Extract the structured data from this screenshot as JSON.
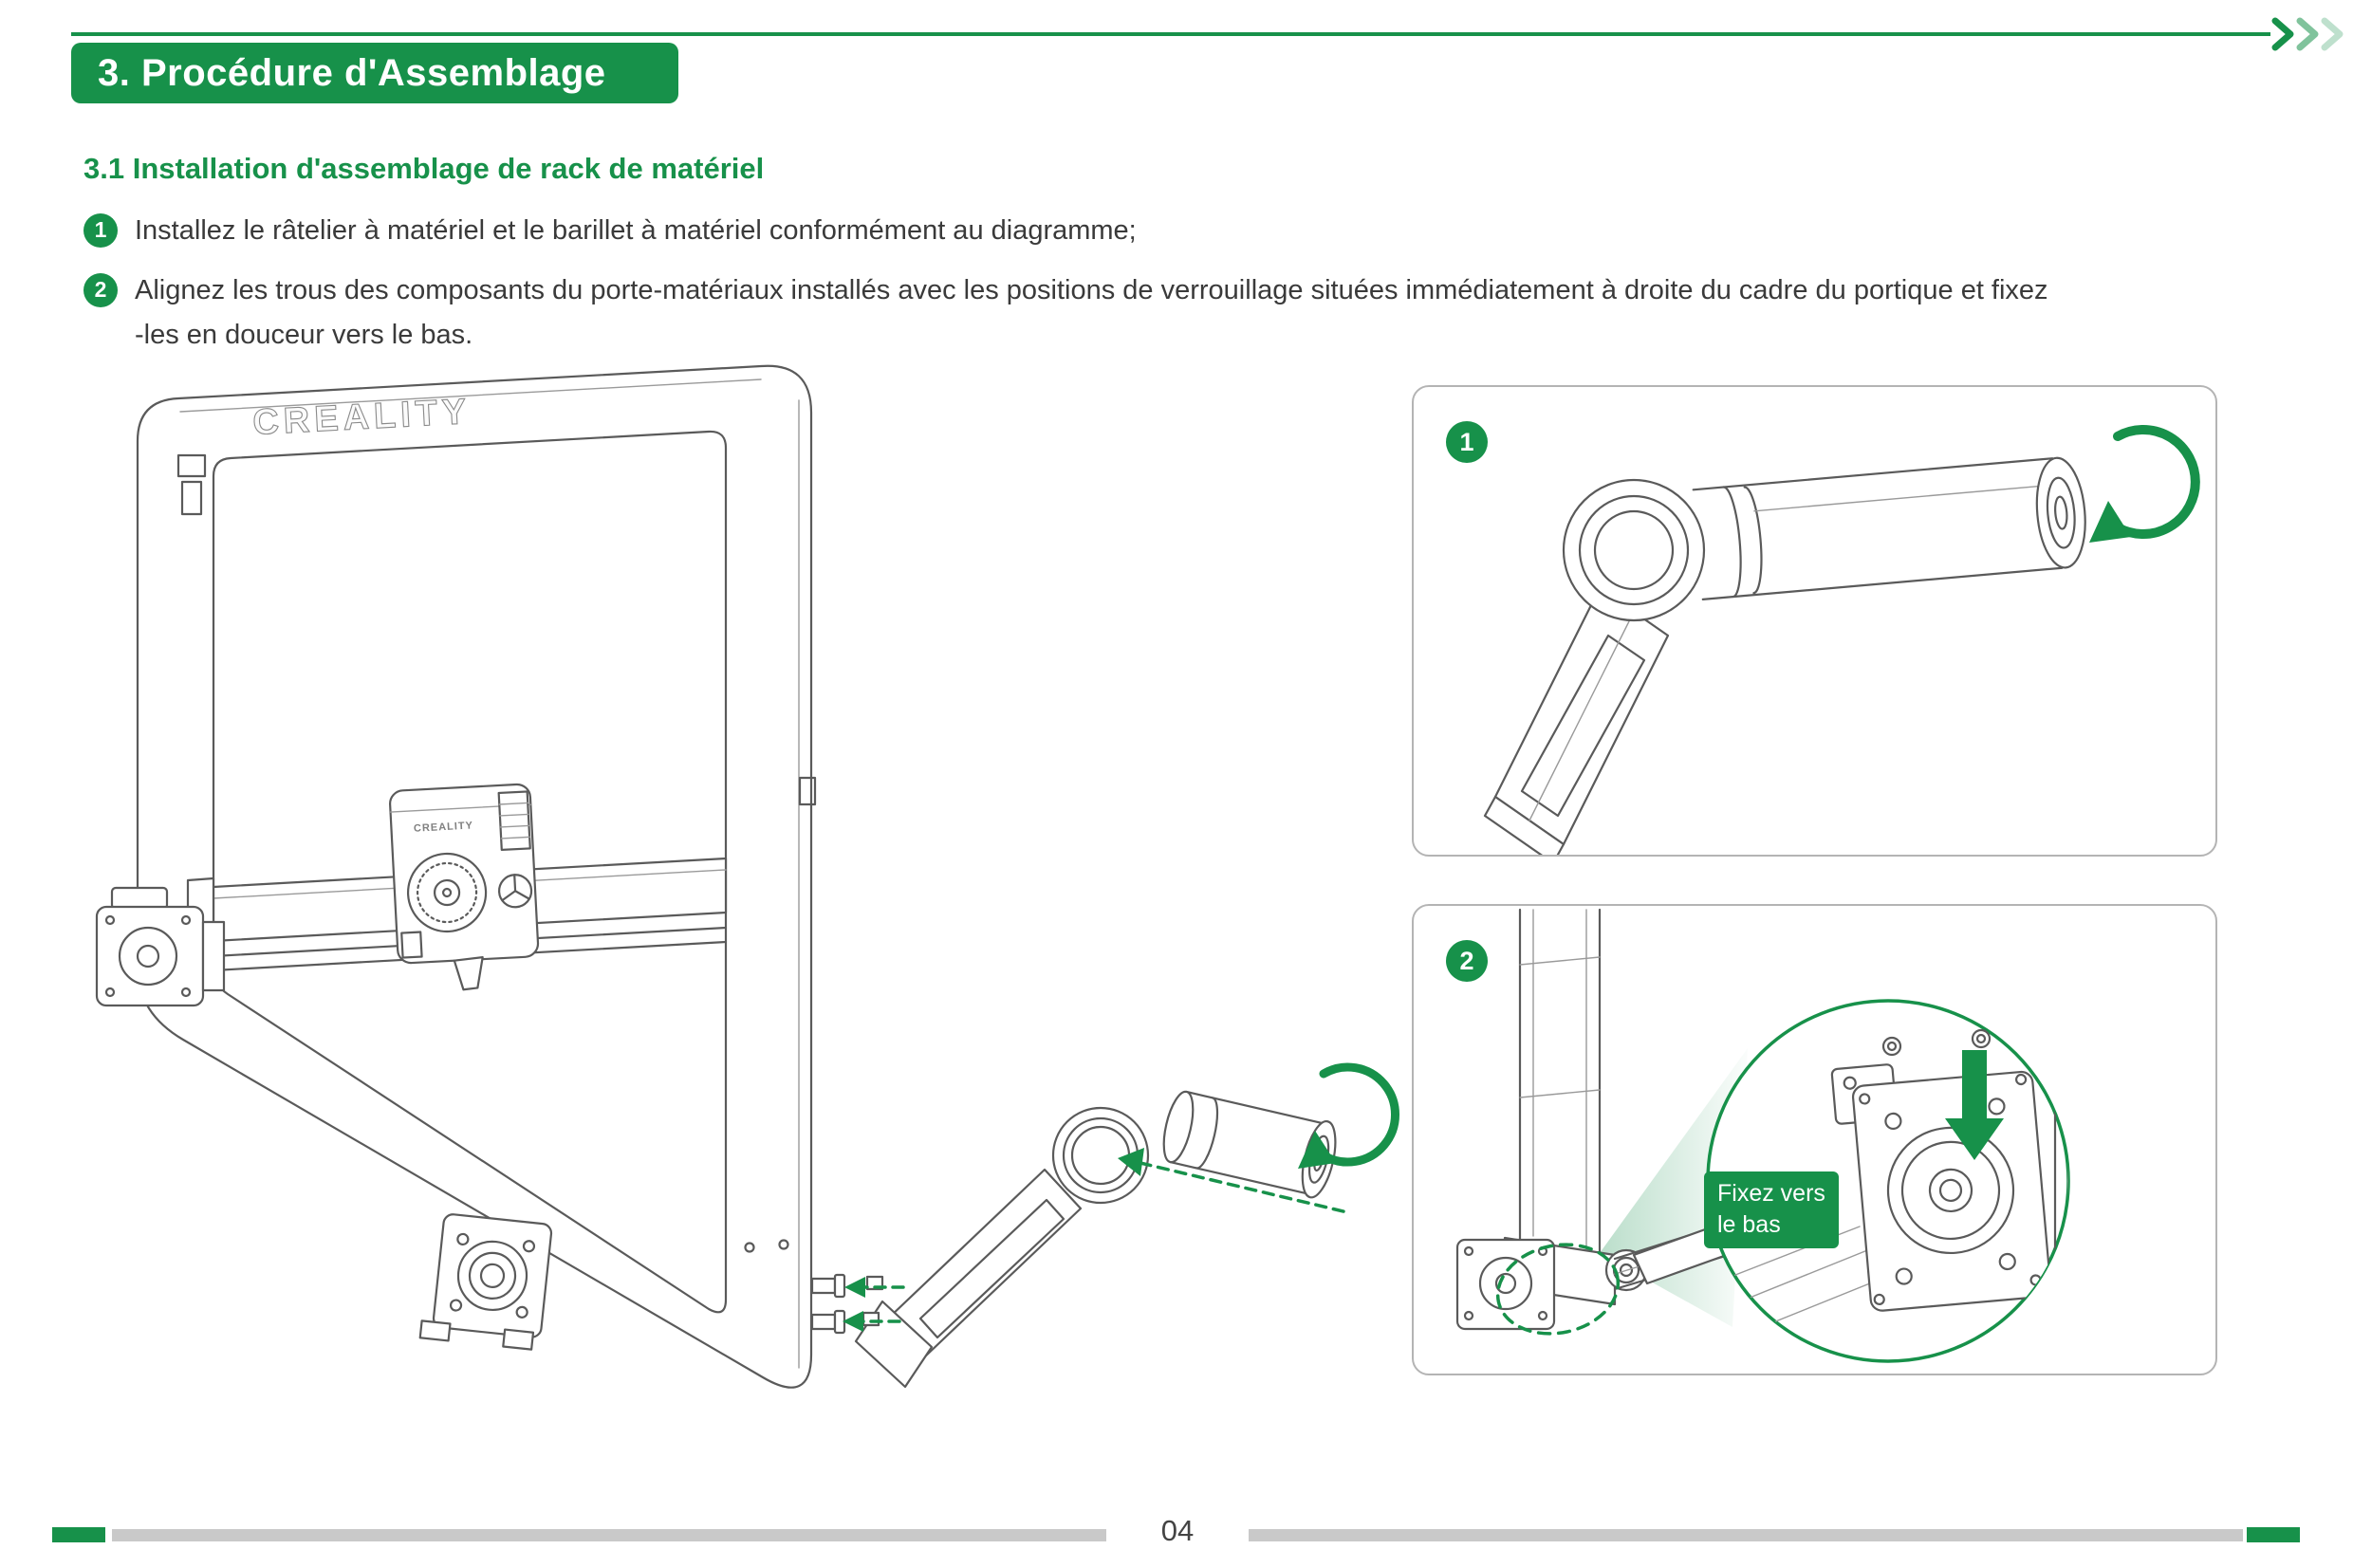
{
  "header": {
    "title": "3. Procédure d'Assemblage"
  },
  "section": {
    "title": "3.1 Installation d'assemblage de rack de matériel"
  },
  "steps": [
    {
      "num": "1",
      "line1": "Installez le râtelier à matériel et le barillet à matériel conformément au diagramme;"
    },
    {
      "num": "2",
      "line1": "Alignez les trous des composants du porte-matériaux installés avec les positions de verrouillage situées immédiatement à droite du cadre du portique et fixez",
      "line2": "-les en douceur vers le bas."
    }
  ],
  "figures": {
    "brand_logo": "CREALITY",
    "panel1": {
      "badge": "1"
    },
    "panel2": {
      "badge": "2",
      "callout": {
        "line1": "Fixez vers",
        "line2": "le bas"
      }
    }
  },
  "footer": {
    "page_number": "04"
  },
  "icons": {
    "chevrons": "triple-chevron-right",
    "rotation_arrow": "curved-rotation-arrow",
    "fix_down_arrow": "thick-down-arrow",
    "alignment_arrows": "dashed-green-arrows"
  },
  "colors": {
    "accent_green": "#17914a",
    "line_art": "#5a5a5a",
    "panel_border": "#b4b4b4",
    "footer_bar": "#c9c9c9"
  }
}
